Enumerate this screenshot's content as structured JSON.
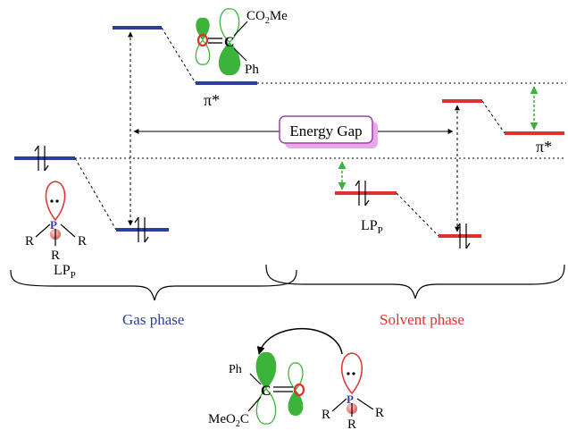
{
  "labels": {
    "co2me_top": "CO",
    "co2me_top_sub": "2",
    "co2me_top_tail": "Me",
    "ph_top": "Ph",
    "pi_star_left": "π*",
    "pi_star_right": "π*",
    "energy_gap": "Energy Gap",
    "lp_left": "LP",
    "lp_left_sub": "P",
    "lp_right": "LP",
    "lp_right_sub": "P",
    "gas_phase": "Gas phase",
    "solvent_phase": "Solvent phase",
    "r_label": "R",
    "p_label": "P",
    "c_label": "C",
    "ph_bottom": "Ph",
    "meo2c": "MeO",
    "meo2c_sub": "2",
    "meo2c_tail": "C"
  },
  "colors": {
    "gas": "#2b3f9c",
    "solvent": "#e03030",
    "orbital_green": "#3cb43c",
    "lone_pair_red": "#e03030",
    "phosphorus_blue": "#3a3aa8",
    "gap_box_border": "#a040a8",
    "gap_box_shadow": "#e6a8e6"
  }
}
